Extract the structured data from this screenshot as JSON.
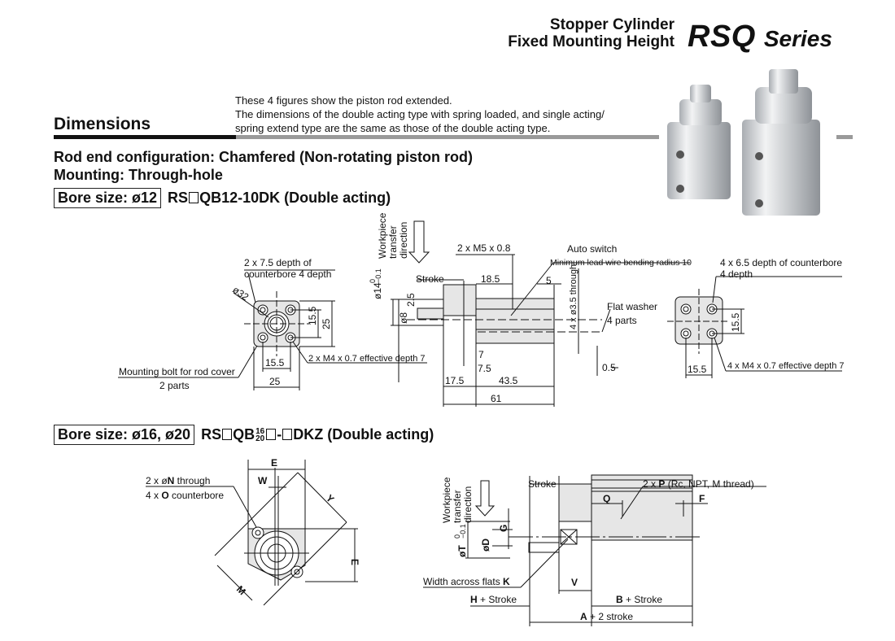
{
  "header": {
    "subtitle_line1": "Stopper Cylinder",
    "subtitle_line2": "Fixed Mounting Height",
    "model": "RSQ",
    "series_word": "Series"
  },
  "section": {
    "title": "Dimensions",
    "note_lines": [
      "These 4 figures show the piston rod extended.",
      "The dimensions of the double acting type with spring loaded, and single acting/",
      "spring extend type are the same as those of the double acting type."
    ]
  },
  "config": {
    "rod_end": "Rod end configuration: Chamfered (Non-rotating piston rod)",
    "mounting": "Mounting: Through-hole"
  },
  "bore12": {
    "label": "Bore size: ø12",
    "model_prefix": "RS",
    "model_suffix": "QB12-10DK",
    "type": "(Double acting)",
    "front_view": {
      "counterbore_note_1": "2 x 7.5 depth of",
      "counterbore_note_2": "counterbore 4 depth",
      "diameter": "ø32",
      "dim_15_5_v": "15.5",
      "dim_25_v": "25",
      "dim_15_5_h": "15.5",
      "dim_25_h": "25",
      "thread_note": "2 x M4 x 0.7 effective depth 7",
      "bolt_note_1": "Mounting bolt for rod cover",
      "bolt_note_2": "2 parts"
    },
    "side_view": {
      "workpiece_1": "Workpiece",
      "workpiece_2": "transfer",
      "workpiece_3": "direction",
      "port_note": "2 x M5 x 0.8",
      "auto_switch": "Auto switch",
      "lead_wire": "Minimum lead wire bending radius 10",
      "stroke": "Stroke",
      "dim_18_5": "18.5",
      "dim_5": "5",
      "through": "4 x ø3.5 through",
      "rod_dia": "ø14",
      "tol_upper": "0",
      "tol_lower": "−0.1",
      "dim_2_5": "2.5",
      "dim_8": "ø8",
      "washer_1": "Flat washer",
      "washer_2": "4 parts",
      "dim_7": "7",
      "dim_7_5": "7.5",
      "dim_0_5": "0.5",
      "dim_17_5": "17.5",
      "dim_43_5": "43.5",
      "dim_61": "61"
    },
    "rear_view": {
      "counterbore_1": "4 x 6.5 depth of counterbore",
      "counterbore_2": "4 depth",
      "dim_15_5_v": "15.5",
      "dim_15_5_h": "15.5",
      "thread_note": "4 x M4 x 0.7 effective depth 7"
    }
  },
  "bore16": {
    "label": "Bore size: ø16, ø20",
    "model_prefix": "RS",
    "model_mid": "QB",
    "frac_top": "16",
    "frac_bottom": "20",
    "model_suffix": "DKZ",
    "type": "(Double acting)",
    "front_view": {
      "E_top": "E",
      "W": "W",
      "Y": "Y",
      "E_right": "E",
      "M": "M",
      "hole_note_prefix": "2 x ø",
      "hole_note_bold": "N",
      "hole_note_suffix": " through",
      "cb_note_prefix": "4 x ",
      "cb_note_bold": "O",
      "cb_note_suffix": " counterbore"
    },
    "side_view": {
      "workpiece_1": "Workpiece",
      "workpiece_2": "transfer",
      "workpiece_3": "direction",
      "stroke": "Stroke",
      "port_prefix": "2 x ",
      "port_bold": "P",
      "port_suffix": " (Rc, NPT, M thread)",
      "Q": "Q",
      "F": "F",
      "G": "G",
      "T": "øT",
      "tol_upper": "0",
      "tol_lower": "−0.1",
      "D": "øD",
      "flats_prefix": "Width across flats ",
      "flats_bold": "K",
      "V": "V",
      "H_bold": "H",
      "H_suffix": " + Stroke",
      "B_bold": "B",
      "B_suffix": " + Stroke",
      "A_bold": "A",
      "A_suffix": " + 2 stroke"
    }
  },
  "colors": {
    "body_fill": "#e6e6e6",
    "line": "#111111",
    "bar_grey": "#9a9a9a"
  }
}
